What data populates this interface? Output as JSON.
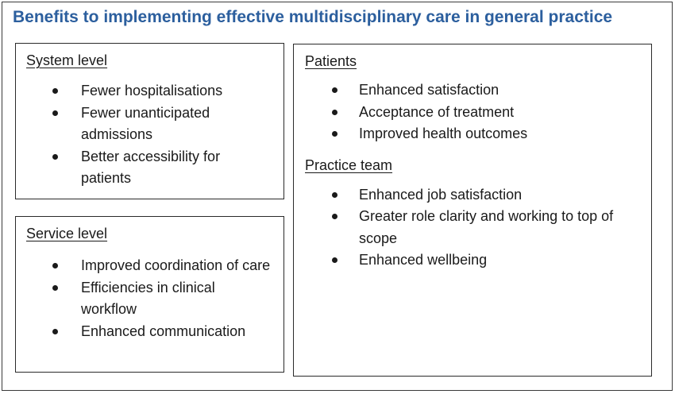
{
  "title": "Benefits to implementing effective multidisciplinary care in general practice",
  "system_level": {
    "heading": "System level",
    "items": [
      "Fewer hospitalisations",
      "Fewer unanticipated admissions",
      "Better accessibility for patients"
    ]
  },
  "service_level": {
    "heading": "Service level",
    "items": [
      "Improved coordination of care",
      "Efficiencies in clinical workflow",
      "Enhanced communication"
    ]
  },
  "patients": {
    "heading": "Patients",
    "items": [
      "Enhanced satisfaction",
      "Acceptance of treatment",
      "Improved health outcomes"
    ]
  },
  "practice_team": {
    "heading": "Practice team",
    "items": [
      "Enhanced job satisfaction",
      "Greater role clarity and working to top of scope",
      "Enhanced wellbeing"
    ]
  },
  "colors": {
    "title": "#2c5f9e",
    "text": "#1a1a1a",
    "border": "#2a2a2a"
  }
}
